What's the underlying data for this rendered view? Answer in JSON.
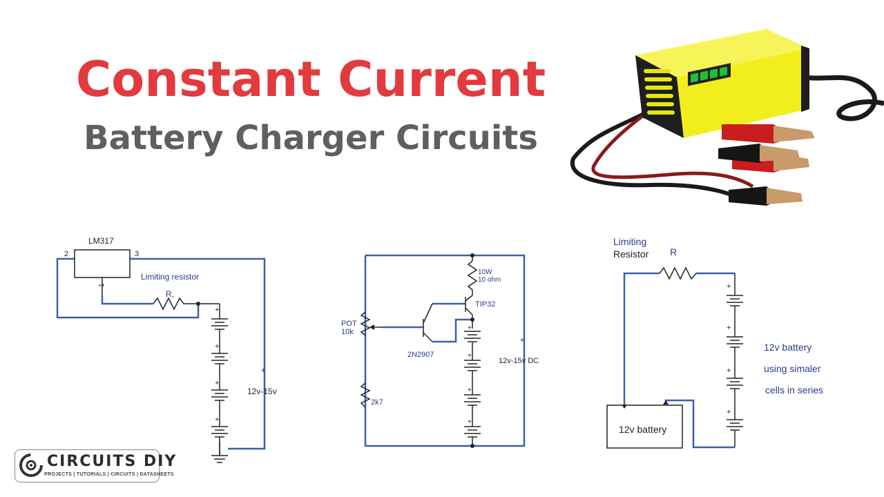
{
  "header": {
    "title": "Constant Current",
    "subtitle": "Battery Charger Circuits"
  },
  "circuit1": {
    "ic_label": "LM317",
    "pin_in": "2",
    "pin_out": "3",
    "pin_adj": "1",
    "resistor_note": "Limiting resistor",
    "resistor_label": "R,",
    "plus": "+",
    "supply": "12v-15v"
  },
  "circuit2": {
    "pot_label": "POT",
    "pot_value": "10k",
    "res_top_watt": "10W",
    "res_top_ohm": "10 ohm",
    "q1_label": "TIP32",
    "q2_label": "2N2907",
    "res_bottom": "2k7",
    "plus": "+",
    "supply": "12v-15v DC"
  },
  "circuit3": {
    "note_line1": "Limiting",
    "note_line2": "Resistor",
    "resistor_label": "R",
    "battery_box": "12v battery",
    "desc_line1": "12v battery",
    "desc_line2": "using simaler",
    "desc_line3": "cells in series"
  },
  "logo": {
    "name": "CIRCUITS DIY",
    "tagline": "PROJECTS | TUTORIALS | CIRCUITS | DATASHEETS"
  },
  "colors": {
    "title": "#e23a3e",
    "subtitle": "#5f5f5f",
    "wire": "#3a61a8",
    "component": "#222222",
    "label": "#2c3a8c",
    "charger_body": "#f2ee1c"
  },
  "icons": {
    "product": "battery-charger-photo-illustration",
    "logo_mark": "circuits-diy-logo-mark-icon"
  }
}
